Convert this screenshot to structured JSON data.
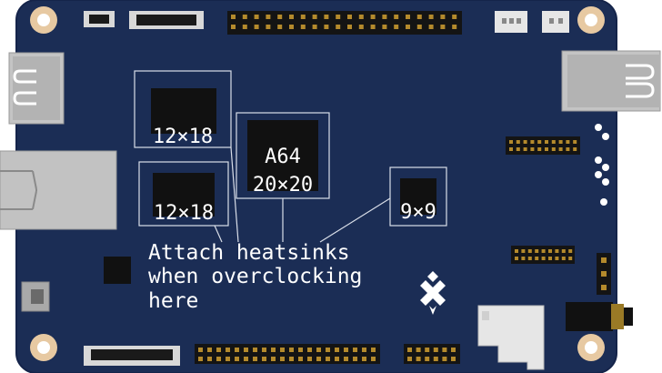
{
  "colors": {
    "board": "#1b2d55",
    "board_edge": "#15244a",
    "chip": "#111111",
    "outline": "#d9dee8",
    "pad": "#e7c9a2",
    "gold": "#b48a2c",
    "metal": "#b9b9b9",
    "connector_white": "#e6e6e6"
  },
  "chips": [
    {
      "id": "ram-top",
      "label": "12×18"
    },
    {
      "id": "ram-bottom",
      "label": "12×18"
    },
    {
      "id": "soc",
      "label_line1": "A64",
      "label_line2": "20×20"
    },
    {
      "id": "pmic",
      "label": "9×9"
    }
  ],
  "annotation": {
    "line1": "Attach heatsinks",
    "line2": "when overclocking",
    "line3": "here"
  },
  "icons": {
    "logo": "pine-cone-icon"
  }
}
